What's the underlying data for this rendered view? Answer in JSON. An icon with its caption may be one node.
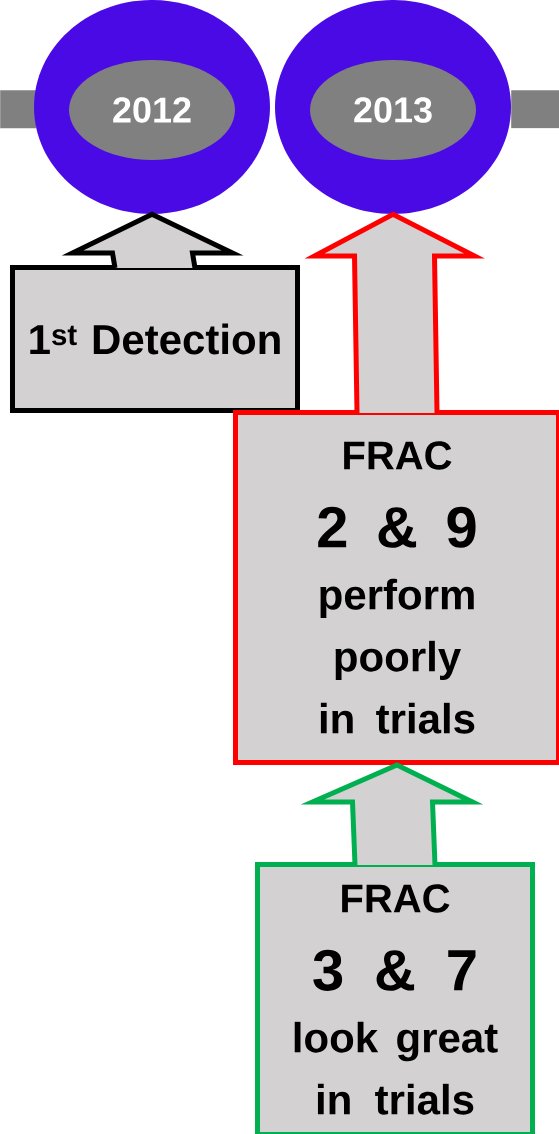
{
  "diagram": {
    "nodes": [
      {
        "text": [],
        "shape": "bar"
      },
      {
        "text": [],
        "shape": "bar"
      },
      {
        "text": [
          "2012"
        ]
      },
      {
        "text": [
          "2013"
        ]
      },
      {
        "text": [
          "1$^{st}$ Detection"
        ]
      },
      {
        "text": [
          "FRAC",
          "2 & 9",
          "perform poorly in trials"
        ]
      },
      {
        "text": [
          "FRAC",
          "3 & 7",
          "look great in trials"
        ]
      }
    ],
    "edges": [
      {
        "from": 4,
        "to": 2,
        "arrow": "to",
        "color": "#000000"
      },
      {
        "from": 5,
        "to": 3,
        "arrow": "to",
        "color": "#ff0000"
      },
      {
        "from": 6,
        "to": 5,
        "arrow": "to",
        "color": "#00b050"
      }
    ]
  }
}
